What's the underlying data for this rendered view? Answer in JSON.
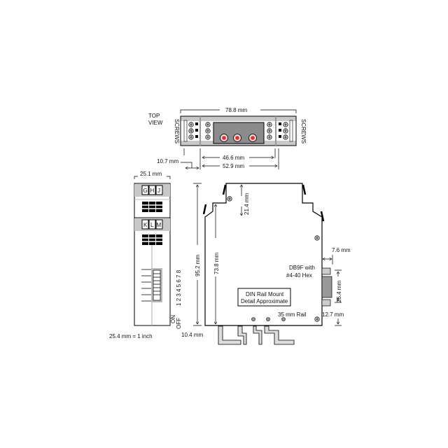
{
  "top_view": {
    "label_line1": "TOP",
    "label_line2": "VIEW",
    "screws_left": "SCREWS",
    "screws_right": "SCREWS",
    "width_dim": "78.8 mm",
    "inner_dim": "46.6 mm",
    "outer_dim": "52.9 mm",
    "offset_dim": "10.7 mm",
    "led_color": "#ff2020"
  },
  "side_view": {
    "width_dim": "25.1 mm",
    "group1": [
      "G",
      "H",
      "J"
    ],
    "group2": [
      "K",
      "L",
      "M"
    ],
    "dip_numbers": "1 2 3 4 5 6 7 8",
    "on_label": "ON",
    "off_label": "OFF",
    "height_dim": "95.2 mm",
    "bottom_dim": "10.4 mm",
    "scale_note": "25.4 mm = 1 inch"
  },
  "front_view": {
    "top_dim": "21.4 mm",
    "body_dim": "73.8 mm",
    "connector_depth_dim": "7.6 mm",
    "connector_label_line1": "DB9F with",
    "connector_label_line2": "#4-40 Hex",
    "connector_height_dim": "25.4 mm",
    "connector_offset_dim": "12.7 mm",
    "note_line1": "DIN Rail Mount",
    "note_line2": "Detail Approximate",
    "rail_label": "35 mm Rail"
  }
}
